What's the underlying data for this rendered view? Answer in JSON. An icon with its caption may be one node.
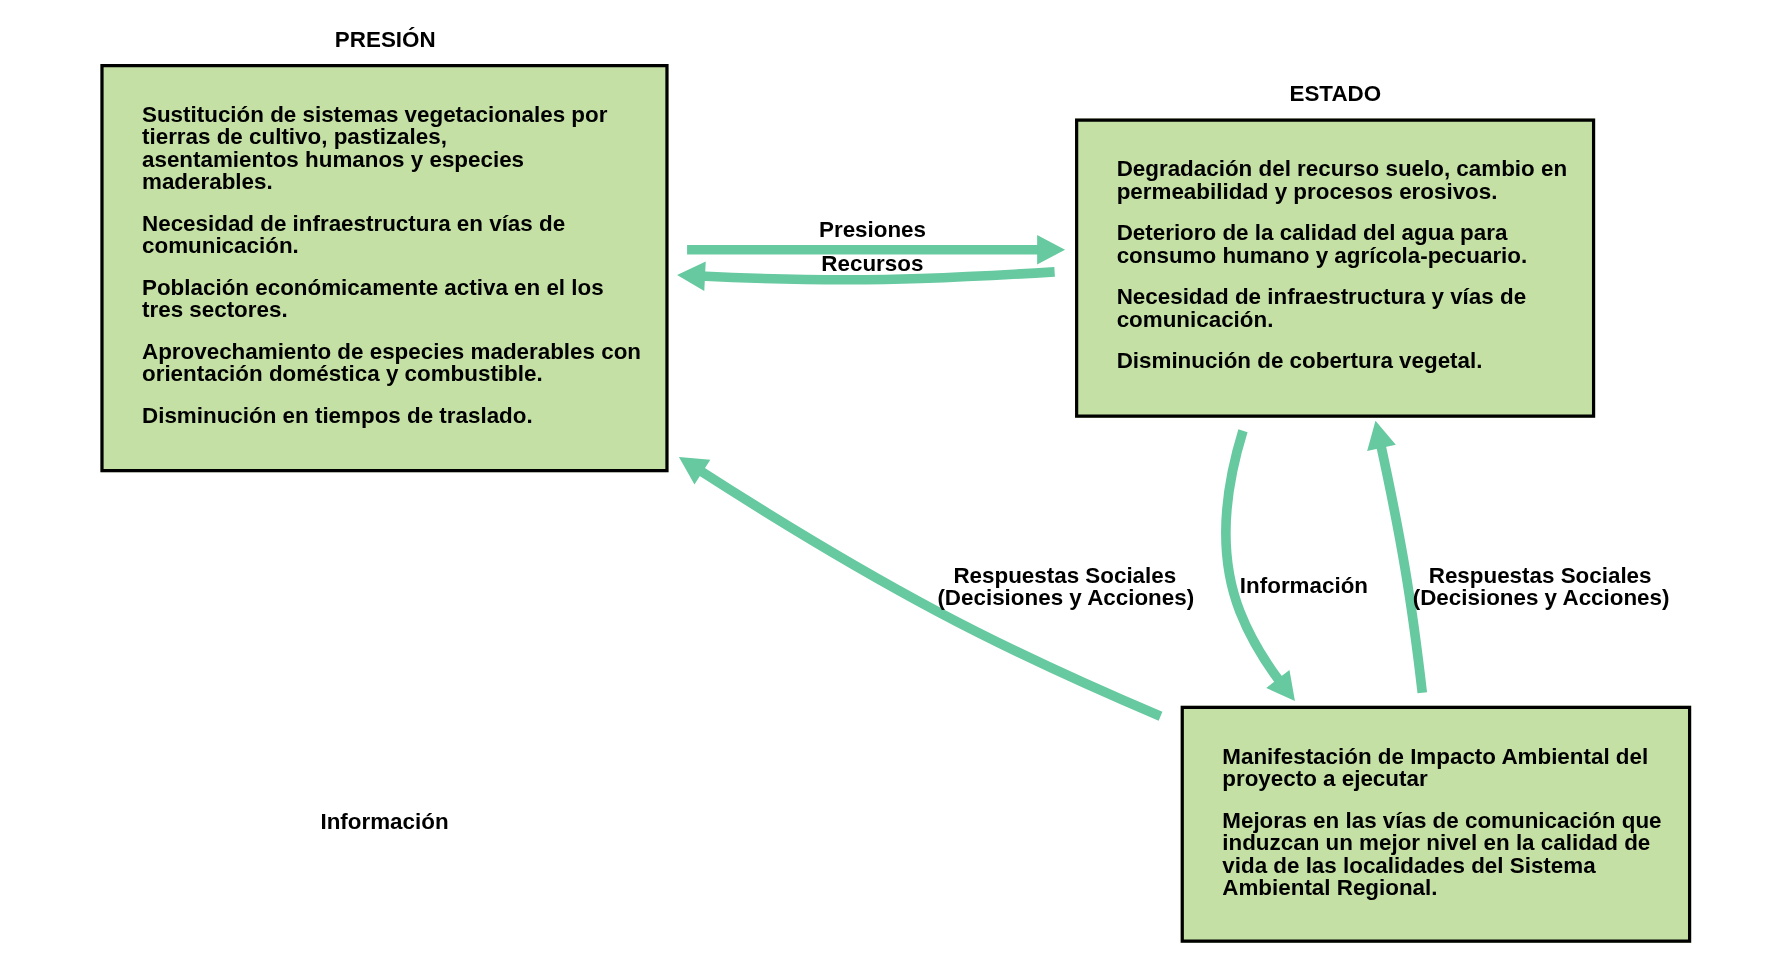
{
  "diagram": {
    "nodes": [
      {
        "text": [
          "PRESIÓN",
          "Sustitución de sistemas vegetacionales por tierras de cultivo, pastizales, asentamientos humanos y especies maderables.",
          "Necesidad de infraestructura en vías de comunicación.",
          "Población económicamente activa en el los tres sectores.",
          "Aprovechamiento de especies maderables con orientación doméstica y combustible.",
          "Disminución en tiempos de traslado."
        ]
      },
      {
        "text": [
          "ESTADO",
          "Degradación del recurso suelo, cambio en permeabilidad y procesos erosivos.",
          "Deterioro de la calidad del agua para consumo humano y agrícola-pecuario.",
          "Necesidad de infraestructura y vías de comunicación.",
          "Disminución de cobertura vegetal."
        ]
      },
      {
        "text": [
          "Manifestación de Impacto Ambiental del proyecto a ejecutar",
          "Mejoras en las vías de comunicación que induzcan un mejor nivel en la calidad de vida de las localidades del Sistema Ambiental Regional."
        ]
      }
    ],
    "edges": [
      {
        "from": 0,
        "to": 1,
        "arrow": "to",
        "label": "Presiones"
      },
      {
        "from": 1,
        "to": 0,
        "arrow": "to",
        "label": "Recursos"
      },
      {
        "from": 1,
        "to": 2,
        "arrow": "to",
        "label": "Información"
      },
      {
        "from": 2,
        "to": 1,
        "arrow": "to",
        "label": "Respuestas Sociales (Decisiones y Acciones)"
      },
      {
        "from": 2,
        "to": 0,
        "arrow": "to",
        "label": "Respuestas Sociales (Decisiones y Acciones)"
      }
    ],
    "labels": [
      "Información"
    ]
  }
}
